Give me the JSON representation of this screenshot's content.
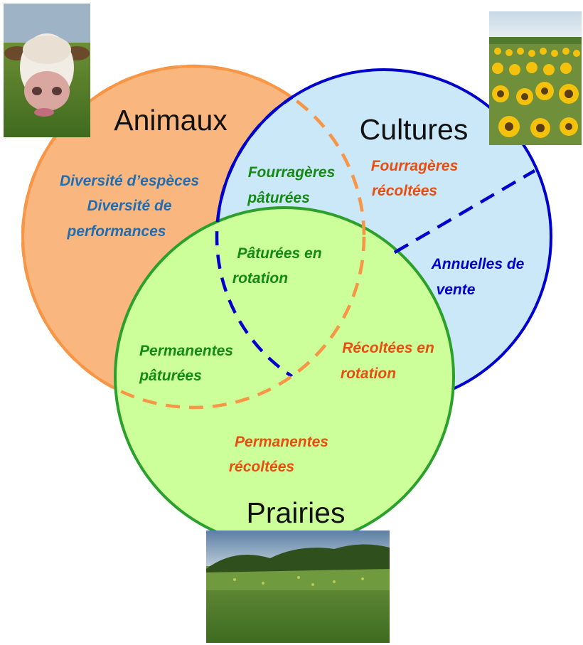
{
  "colors": {
    "animaux_fill": "#F9B77F",
    "animaux_stroke": "#F79646",
    "cultures_fill": "#CBE8F8",
    "cultures_stroke": "#0000CC",
    "prairies_fill": "#CCFF99",
    "prairies_stroke": "#2CA02C",
    "label_blue": "#1F6EB4",
    "label_green": "#148A14",
    "label_red": "#E84E0F",
    "label_darkblue": "#0000CC"
  },
  "sets": {
    "animaux": "Animaux",
    "cultures": "Cultures",
    "prairies": "Prairies"
  },
  "regions": {
    "animaux_only": [
      "Diversité d’espèces",
      "Diversité de",
      "performances"
    ],
    "fourrageres_paturees": [
      "Fourragères",
      "pâturées"
    ],
    "fourrageres_recoltees": [
      "Fourragères",
      "récoltées"
    ],
    "paturees_rotation": [
      "Pâturées en",
      "rotation"
    ],
    "annuelles_vente": [
      "Annuelles de",
      "vente"
    ],
    "permanentes_paturees": [
      "Permanentes",
      "pâturées"
    ],
    "recoltees_rotation": [
      "Récoltées en",
      "rotation"
    ],
    "permanentes_recoltees": [
      "Permanentes",
      "récoltées"
    ]
  },
  "images": {
    "cow": "cow-photo",
    "sunflowers": "sunflower-field-photo",
    "meadow": "meadow-photo"
  }
}
